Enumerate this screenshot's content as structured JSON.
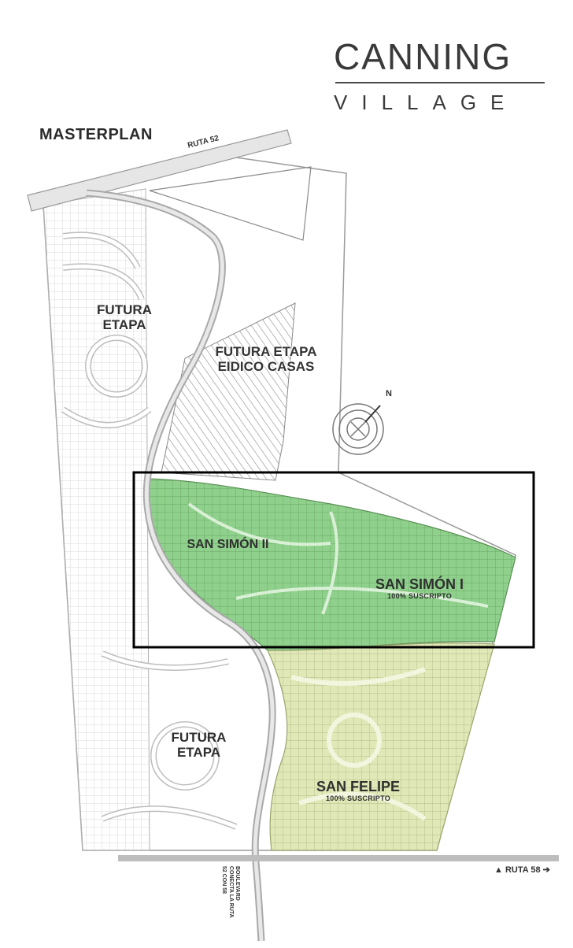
{
  "logo": {
    "line1": "CANNING",
    "line2": "VILLAGE"
  },
  "title": "MASTERPLAN",
  "compass": {
    "north": "N"
  },
  "roads": {
    "ruta52": "RUTA 52",
    "ruta58": "RUTA 58",
    "boulevard": "BOULEVARD CONECTA LA RUTA 52 CON 58"
  },
  "zones": {
    "futura_top": "FUTURA ETAPA",
    "futura_eidico": "FUTURA ETAPA EIDICO CASAS",
    "san_simon_ii": "SAN SIMÓN II",
    "san_simon_i": {
      "name": "SAN SIMÓN I",
      "status": "100% SUSCRIPTO"
    },
    "futura_bottom": "FUTURA ETAPA",
    "san_felipe": {
      "name": "SAN FELIPE",
      "status": "100% SUSCRIPTO"
    }
  },
  "colors": {
    "san_simon": "#8fd18c",
    "san_felipe": "#dfe8b6",
    "highlight_frame": "#000000",
    "road": "#b5b5b5"
  }
}
